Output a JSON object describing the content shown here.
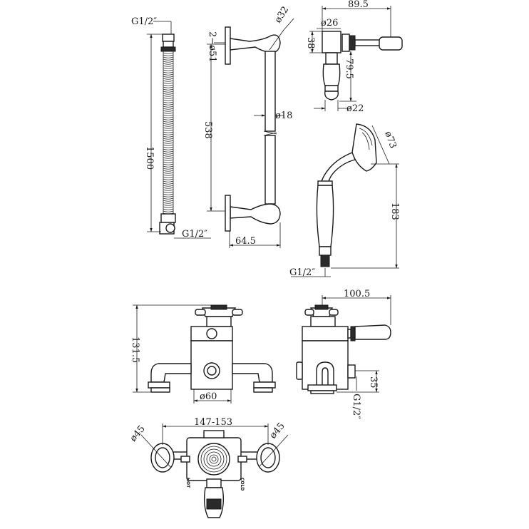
{
  "labels": {
    "hose_thread_top": "G1/2″",
    "hose_length": "1500",
    "hose_thread_bottom": "G1/2″",
    "rail_screws": "2−ø51",
    "rail_knob_dia": "ø32",
    "rail_length": "538",
    "rail_tube_dia": "ø18",
    "rail_projection": "64.5",
    "elbow_width": "89.5",
    "elbow_body_dia": "ø26",
    "elbow_height": "38",
    "elbow_drop": "79.5",
    "elbow_outlet_dia": "ø22",
    "head_dia": "ø73",
    "handset_length": "183",
    "handset_thread": "G1/2″",
    "valve_side_depth": "100.5",
    "valve_height": "131.5",
    "valve_outlet_dia": "ø60",
    "valve_inlet_offset": "35",
    "valve_inlet_thread": "G1/2″",
    "valve_centres": "147-153",
    "valve_left_flange": "ø45",
    "valve_right_flange": "ø45",
    "hot_label": "HOT",
    "cold_label": "COLD"
  }
}
